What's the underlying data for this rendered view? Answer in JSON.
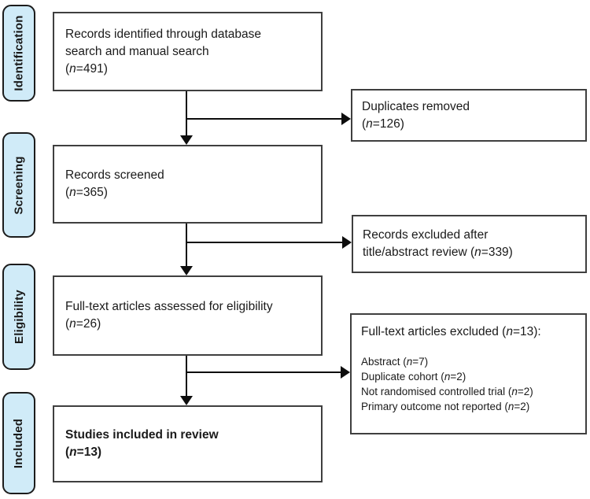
{
  "stages": [
    {
      "label": "Identification"
    },
    {
      "label": "Screening"
    },
    {
      "label": "Eligibility"
    },
    {
      "label": "Included"
    }
  ],
  "main_boxes": [
    {
      "name": "records-identified",
      "lines": [
        "Records identified through database",
        "search and manual search",
        "(*n*=491)"
      ]
    },
    {
      "name": "records-screened",
      "lines": [
        "Records screened",
        "(*n*=365)"
      ]
    },
    {
      "name": "fulltext-assessed",
      "lines": [
        "Full-text articles assessed for eligibility",
        "(*n*=26)"
      ]
    },
    {
      "name": "studies-included",
      "lines": [
        "Studies included in review",
        "(*n*=13)"
      ]
    }
  ],
  "side_boxes": [
    {
      "name": "duplicates-removed",
      "lines": [
        "Duplicates removed",
        "(*n*=126)"
      ]
    },
    {
      "name": "records-excluded",
      "lines": [
        "Records excluded after",
        "title/abstract review (*n*=339)"
      ]
    },
    {
      "name": "fulltext-excluded",
      "heading": "Full-text articles excluded (*n*=13):",
      "items": [
        "Abstract (*n*=7)",
        "Duplicate cohort (*n*=2)",
        "Not randomised controlled trial (*n*=2)",
        "Primary outcome not reported (*n*=2)"
      ]
    }
  ],
  "colors": {
    "stage_fill": "#d0ebf8",
    "stage_border": "#1c1c1c",
    "box_border": "#3f3f3f",
    "arrow": "#0d0d0d",
    "text": "#1a1a1a"
  }
}
